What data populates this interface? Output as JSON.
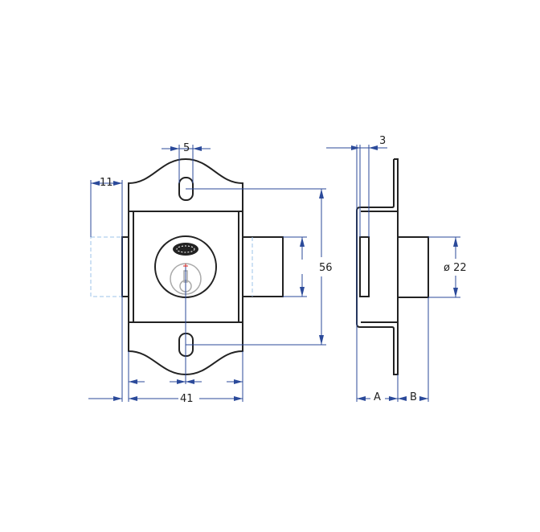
{
  "front_view": {
    "dim_slot_width": "5",
    "dim_bolt_offset": "11",
    "dim_hole_spacing": "56",
    "dim_width": "41"
  },
  "side_view": {
    "dim_plate_thickness": "3",
    "dim_bolt_diameter": "ø 22",
    "dim_a": "A",
    "dim_b": "B"
  },
  "colors": {
    "outline": "#222222",
    "dimension": "#2b4a9a",
    "hidden": "#9cc3ea",
    "center_mark": "#d02020"
  }
}
